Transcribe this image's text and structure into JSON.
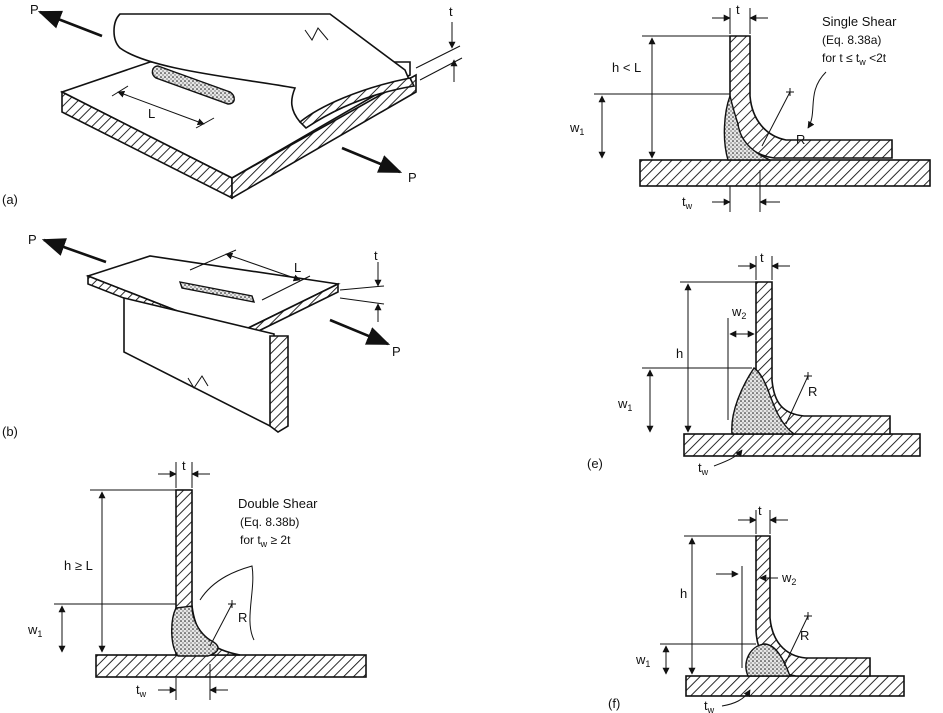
{
  "panel_a": {
    "tag": "(a)",
    "load_left": "P",
    "load_right": "P",
    "length": "L",
    "thickness": "t"
  },
  "panel_b": {
    "tag": "(b)",
    "load_left": "P",
    "load_right": "P",
    "length": "L",
    "thickness": "t"
  },
  "panel_c": {
    "thickness": "t",
    "height": "h ≥ L",
    "weld_width": "w",
    "weld_width_sub": "1",
    "weld_throat": "t",
    "weld_throat_sub": "w",
    "radius": "R",
    "note_line1": "Double Shear",
    "note_line2": "(Eq. 8.38b)",
    "note_line3": "for t",
    "note_line3_sub": "w",
    "note_line3_end": " ≥ 2t"
  },
  "panel_d": {
    "thickness": "t",
    "height": "h < L",
    "weld_width": "w",
    "weld_width_sub": "1",
    "weld_throat": "t",
    "weld_throat_sub": "w",
    "radius": "R",
    "note_line1": "Single Shear",
    "note_line2": "(Eq. 8.38a)",
    "note_line3": "for t ≤ t",
    "note_line3_sub": "w",
    "note_line3_end": " <2t"
  },
  "panel_e": {
    "tag": "(e)",
    "thickness": "t",
    "height": "h",
    "weld_width": "w",
    "weld_width_sub": "1",
    "weld_width2": "w",
    "weld_width2_sub": "2",
    "weld_throat": "t",
    "weld_throat_sub": "w",
    "radius": "R"
  },
  "panel_f": {
    "tag": "(f)",
    "thickness": "t",
    "height": "h",
    "weld_width": "w",
    "weld_width_sub": "1",
    "weld_width2": "w",
    "weld_width2_sub": "2",
    "weld_throat": "t",
    "weld_throat_sub": "w",
    "radius": "R"
  }
}
